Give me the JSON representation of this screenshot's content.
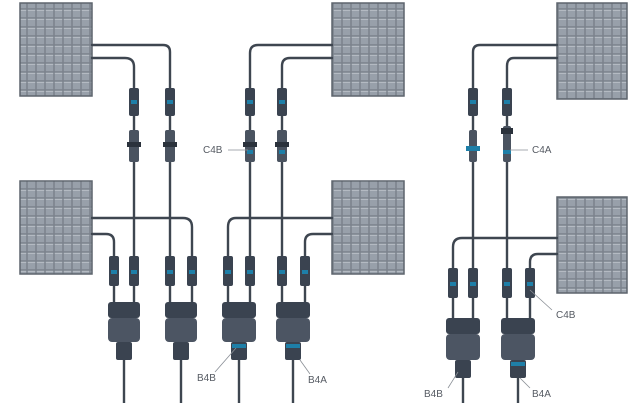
{
  "labels": {
    "c4b_top": "C4B",
    "c4a_top": "C4A",
    "c4b_right": "C4B",
    "b4b_left": "B4B",
    "b4a_left": "B4A",
    "b4b_right": "B4B",
    "b4a_right": "B4A"
  },
  "colors": {
    "panel_frame": "#7c838d",
    "panel_cell": "#8b929c",
    "cable": "#3e4650",
    "connector_dark": "#3a4350",
    "connector_accent": "#1e7fa8",
    "label": "#555a62"
  },
  "icons": [
    "solar-panel-icon",
    "mc4-connector-icon",
    "y-branch-connector-icon"
  ]
}
